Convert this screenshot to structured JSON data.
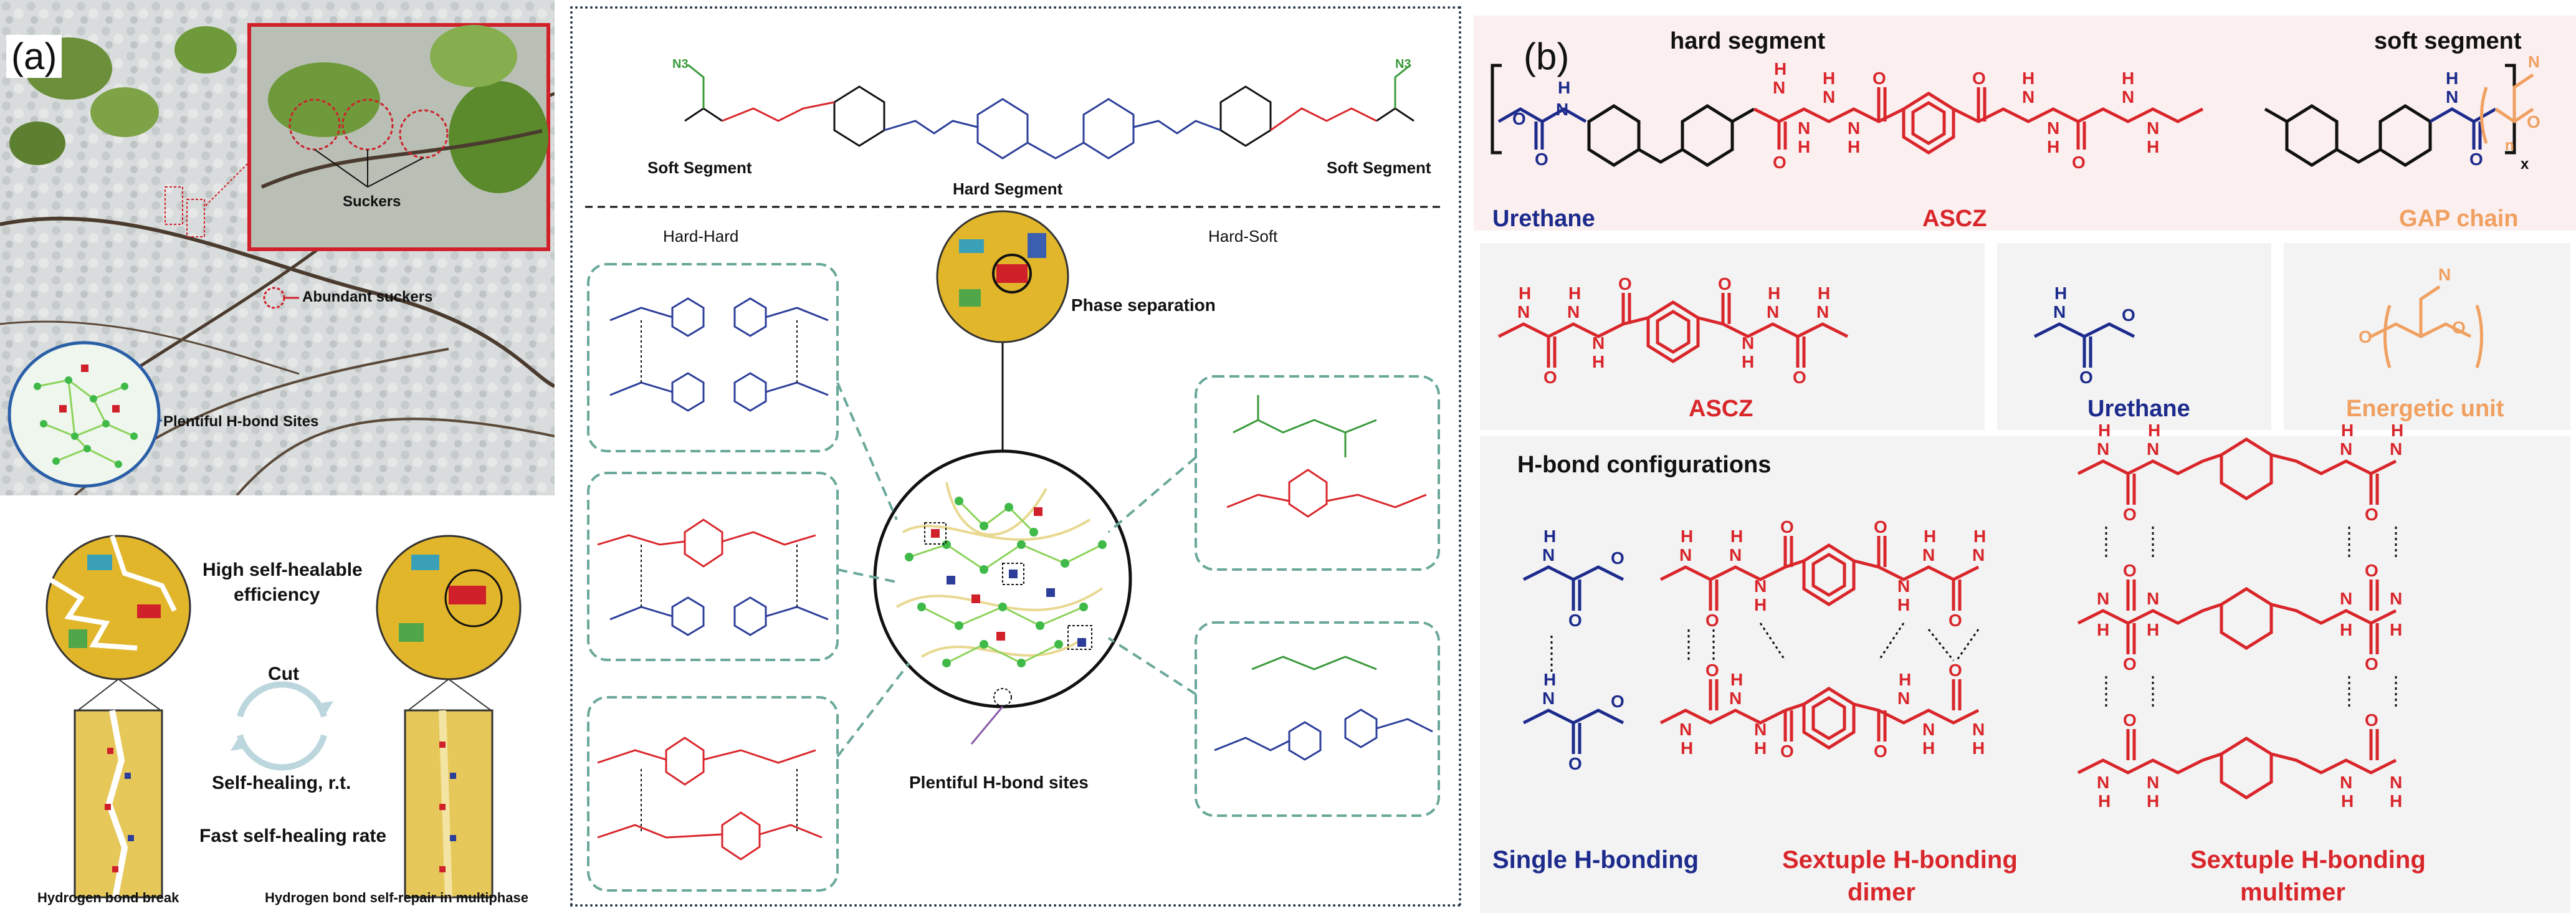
{
  "panel_a": {
    "label": "(a)",
    "photo": {
      "suckers": "Suckers",
      "abundant": "Abundant suckers",
      "plentiful": "Plentiful H-bond Sites"
    },
    "healing": {
      "high_eff": "High self-healable",
      "efficiency": "efficiency",
      "cut": "Cut",
      "self_heal": "Self-healing, r.t.",
      "fast_rate": "Fast self-healing rate",
      "break": "Hydrogen bond break",
      "repair": "Hydrogen bond self-repair in multiphase"
    },
    "scheme": {
      "soft_left": "Soft Segment",
      "hard": "Hard Segment",
      "soft_right": "Soft Segment",
      "hard_hard": "Hard-Hard",
      "hard_soft": "Hard-Soft",
      "phase_sep": "Phase separation",
      "plentiful": "Plentiful H-bond sites"
    }
  },
  "panel_b": {
    "label": "(b)",
    "hard_segment": "hard segment",
    "soft_segment": "soft segment",
    "urethane": "Urethane",
    "ascz": "ASCZ",
    "gap_chain": "GAP chain",
    "subscript_n": "n",
    "subscript_x": "x",
    "unit_ascz": "ASCZ",
    "unit_urethane": "Urethane",
    "unit_energetic": "Energetic unit",
    "hbond_title": "H-bond configurations",
    "single": "Single H-bonding",
    "sextuple_dimer_1": "Sextuple H-bonding",
    "sextuple_dimer_2": "dimer",
    "sextuple_multi_1": "Sextuple H-bonding",
    "sextuple_multi_2": "multimer"
  },
  "colors": {
    "red": "#d9262b",
    "blue": "#1c2b8c",
    "orange": "#f0a060",
    "black": "#111111",
    "pink_bg": "#fbeff0",
    "gray_bg": "#f3f3f3"
  }
}
